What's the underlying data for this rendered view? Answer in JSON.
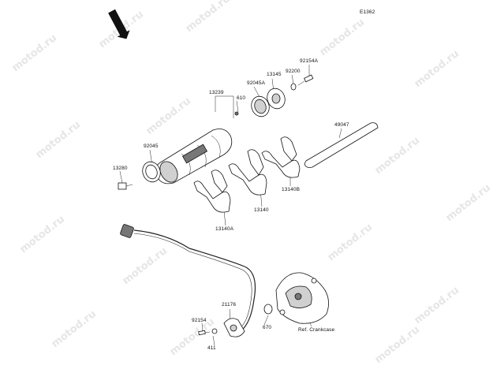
{
  "diagram": {
    "code": "E1362",
    "front_label": "FRONT",
    "watermark": "motod.ru",
    "labels": {
      "p13239": "13239",
      "p610": "610",
      "p92045A": "92045A",
      "p13145": "13145",
      "p92200": "92200",
      "p92154A": "92154A",
      "p49047": "49047",
      "p92045": "92045",
      "p13280": "13280",
      "p13140": "13140",
      "p13140B": "13140B",
      "p13140A": "13140A",
      "p21176": "21176",
      "p92154": "92154",
      "p411": "411",
      "p670": "670",
      "ref": "Ref. Crankcase"
    }
  }
}
